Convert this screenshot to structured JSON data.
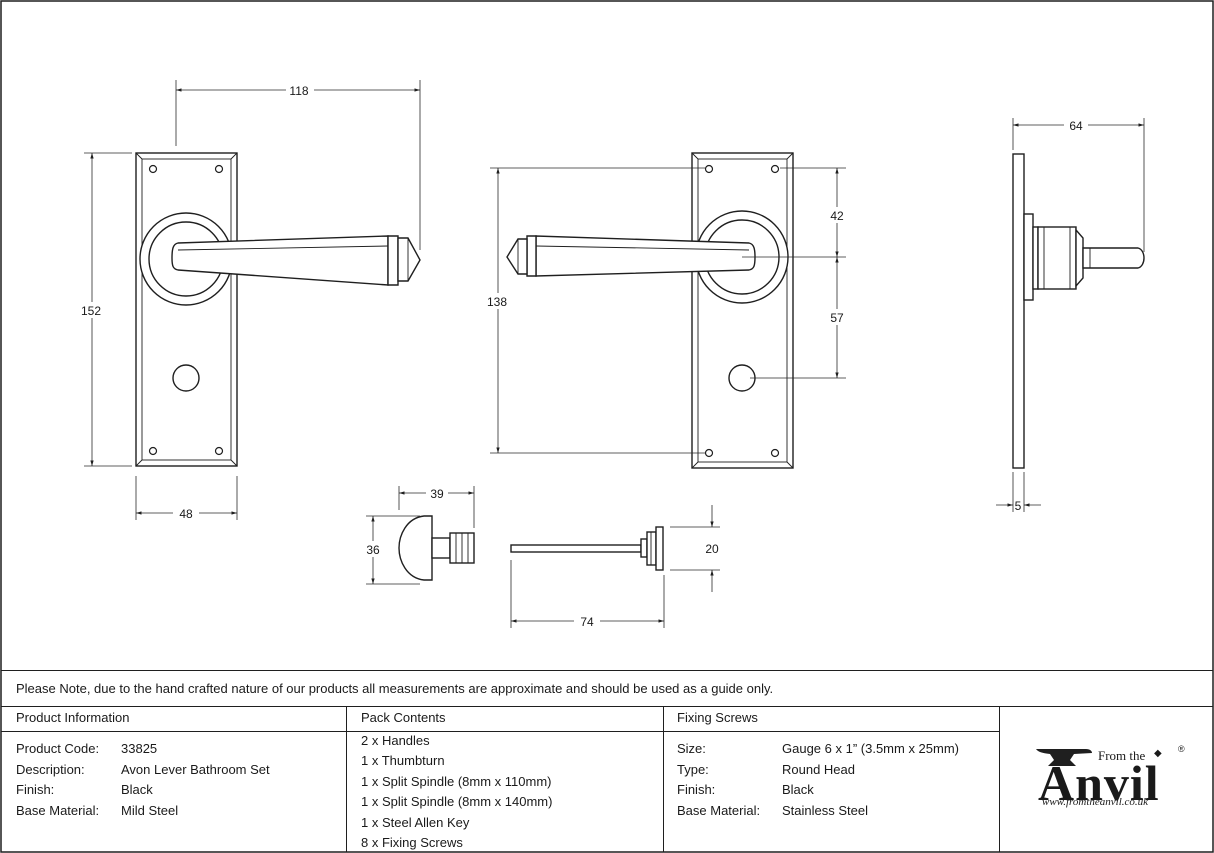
{
  "dimensions": {
    "plate_width_top": "118",
    "plate_height": "152",
    "plate_width": "48",
    "fixing_height": "138",
    "upper_offset": "42",
    "lower_offset": "57",
    "projection": "64",
    "plate_thickness": "5",
    "thumbturn_length": "39",
    "thumbturn_height": "36",
    "spindle_length": "74",
    "spindle_height": "20"
  },
  "note": "Please Note, due to the hand crafted nature of our products all measurements are approximate and should be used as a guide only.",
  "product_info": {
    "header": "Product Information",
    "rows": [
      {
        "label": "Product Code:",
        "value": "33825"
      },
      {
        "label": "Description:",
        "value": "Avon Lever Bathroom Set"
      },
      {
        "label": "Finish:",
        "value": "Black"
      },
      {
        "label": "Base Material:",
        "value": "Mild Steel"
      }
    ]
  },
  "pack_contents": {
    "header": "Pack Contents",
    "items": [
      "2 x Handles",
      "1 x Thumbturn",
      "1 x Split Spindle (8mm x 110mm)",
      "1 x Split Spindle (8mm x 140mm)",
      "1 x Steel Allen Key",
      "8 x Fixing Screws"
    ]
  },
  "fixing_screws": {
    "header": "Fixing Screws",
    "rows": [
      {
        "label": "Size:",
        "value": "Gauge 6 x 1” (3.5mm x 25mm)"
      },
      {
        "label": "Type:",
        "value": "Round Head"
      },
      {
        "label": "Finish:",
        "value": "Black"
      },
      {
        "label": "Base Material:",
        "value": "Stainless Steel"
      }
    ]
  },
  "logo": {
    "from_the": "From the",
    "wordmark": "Anvil",
    "url": "www.fromtheanvil.co.uk",
    "registered": "®"
  },
  "colors": {
    "line": "#1f1f1f",
    "background": "#ffffff"
  }
}
